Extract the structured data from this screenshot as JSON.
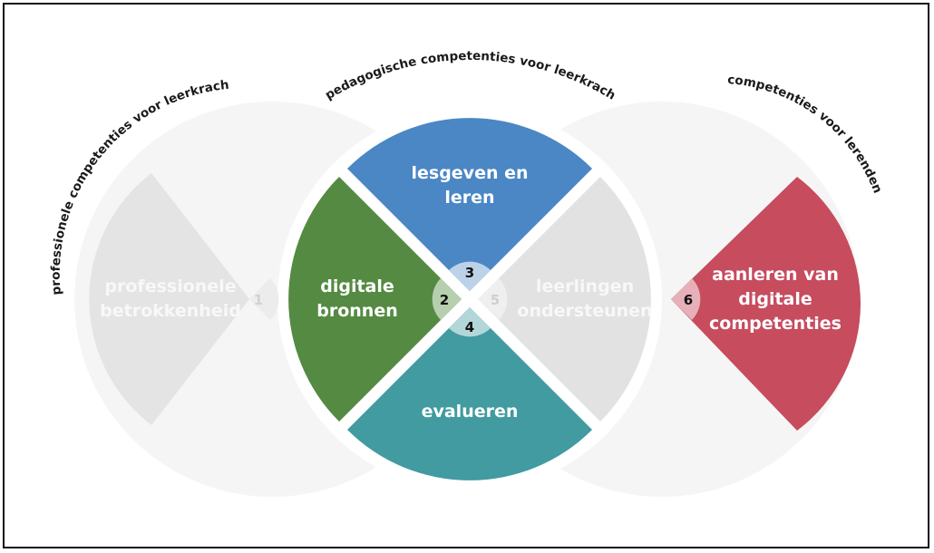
{
  "arc_labels": {
    "left": "professionele competenties voor leerkrachten",
    "top": "pedagogische competenties voor leerkrachten",
    "right": "competenties voor lerenden"
  },
  "segments": {
    "s1": {
      "number": "1",
      "line1": "professionele",
      "line2": "betrokkenheid",
      "color": "#e4e4e4"
    },
    "s2": {
      "number": "2",
      "line1": "digitale",
      "line2": "bronnen",
      "color": "#548a42"
    },
    "s3": {
      "number": "3",
      "line1": "lesgeven en",
      "line2": "leren",
      "color": "#4a87c4"
    },
    "s4": {
      "number": "4",
      "line1": "evalueren",
      "color": "#419ba1"
    },
    "s5": {
      "number": "5",
      "line1": "leerlingen",
      "line2": "ondersteunen",
      "color": "#e2e2e2"
    },
    "s6": {
      "number": "6",
      "line1": "aanleren van",
      "line2": "digitale",
      "line3": "competenties",
      "color": "#c64c5e"
    }
  }
}
